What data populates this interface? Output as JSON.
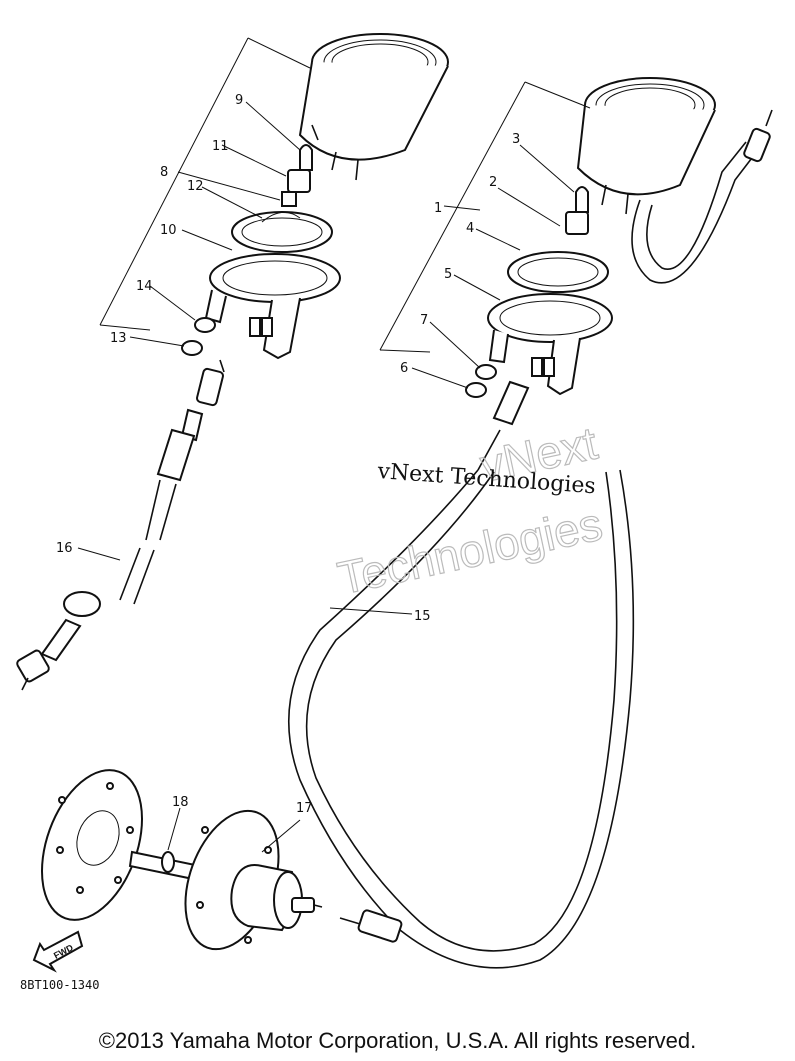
{
  "diagram": {
    "callouts": [
      "1",
      "2",
      "3",
      "4",
      "5",
      "6",
      "7",
      "8",
      "9",
      "10",
      "11",
      "12",
      "13",
      "14",
      "15",
      "16",
      "17",
      "18"
    ],
    "figure_code": "8BT100-1340",
    "fwd_label": "FWD"
  },
  "watermark": {
    "line1": "vNext Technologies",
    "line2a": "vNext",
    "line2b": "Technologies"
  },
  "footer": {
    "copyright": "©2013 Yamaha Motor Corporation, U.S.A. All rights reserved."
  }
}
